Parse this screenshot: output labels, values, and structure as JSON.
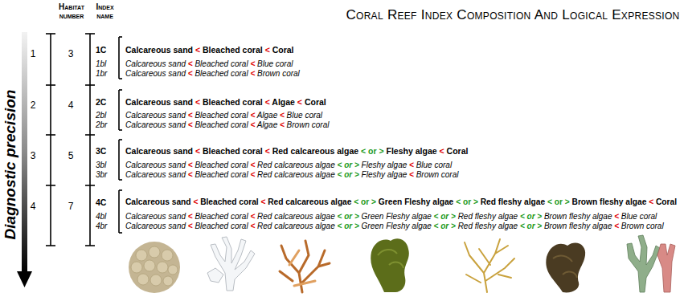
{
  "diagram": {
    "title": "Coral Reef Index Composition And Logical Expression",
    "labels": [
      "Diagnostic precision",
      "Habitat number",
      "Index name",
      "1",
      "3",
      "1C",
      "Calcareous sand < Bleached coral < Coral",
      "1bl",
      "Calcareous sand < Bleached coral < Blue coral",
      "1br",
      "Calcareous sand < Bleached coral < Brown coral",
      "2",
      "4",
      "2C",
      "Calcareous sand < Bleached coral < Algae < Coral",
      "2bl",
      "Calcareous sand < Bleached coral < Algae < Blue coral",
      "2br",
      "Calcareous sand < Bleached coral < Algae < Brown coral",
      "3",
      "5",
      "3C",
      "Calcareous sand < Bleached coral < Red calcareous algae < or > Fleshy algae < Coral",
      "3bl",
      "Calcareous sand < Bleached coral < Red calcareous algae < or > Fleshy algae < Blue coral",
      "3br",
      "Calcareous sand < Bleached coral < Red calcareous algae < or > Fleshy algae < Brown coral",
      "4",
      "7",
      "4C",
      "Calcareous sand < Bleached coral < Red calcareous algae < or > Green Fleshy algae < or > Red fleshy algae < or > Brown fleshy algae < Coral",
      "4bl",
      "Calcareous sand < Bleached coral < Red calcareous algae < or > Green Fleshy algae < or > Red fleshy algae < or > Brown fleshy algae < Blue coral",
      "4br",
      "Calcareous sand < Bleached coral < Red calcareous algae < or > Green Fleshy algae < or > Red fleshy algae < or > Brown fleshy algae < Brown coral"
    ]
  }
}
